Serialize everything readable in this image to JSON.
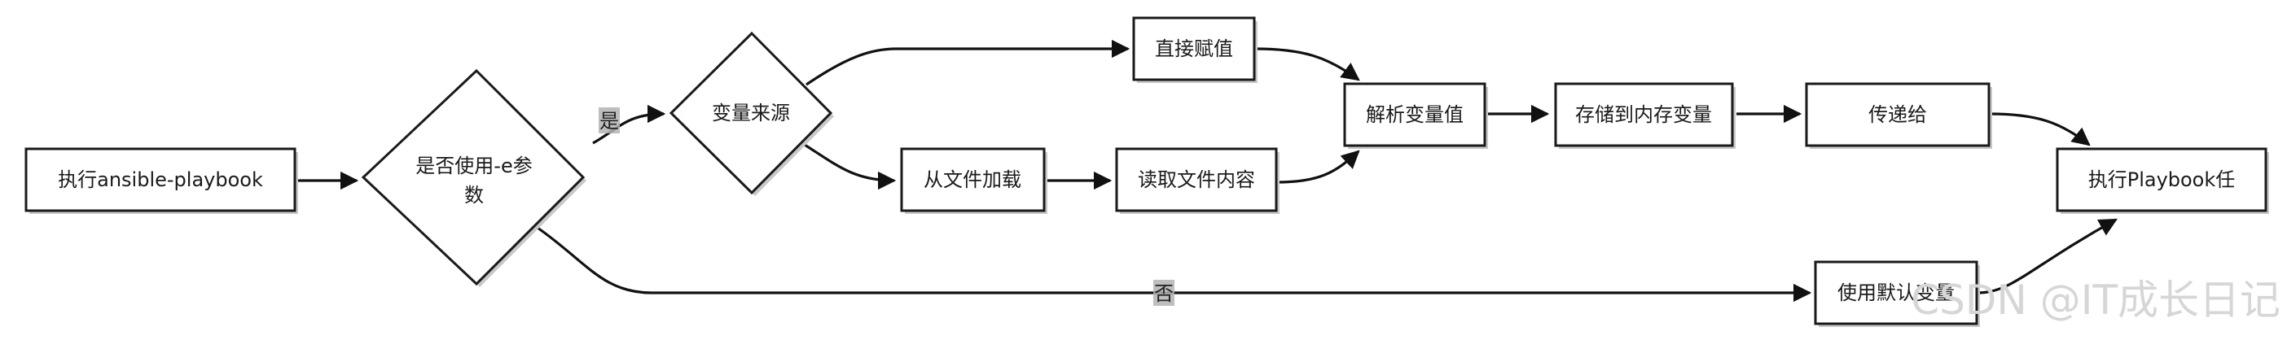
{
  "nodes": {
    "run_playbook": "执行ansible-playbook",
    "use_e_param_line1": "是否使用-e参",
    "use_e_param_line2": "数",
    "var_source": "变量来源",
    "direct_assign": "直接赋值",
    "load_from_file": "从文件加载",
    "read_file_content": "读取文件内容",
    "parse_var_value": "解析变量值",
    "store_in_memory": "存储到内存变量",
    "pass_to": "传递给",
    "run_playbook_task": "执行Playbook任",
    "use_default_var": "使用默认变量"
  },
  "edge_labels": {
    "yes": "是",
    "no": "否"
  },
  "watermark": "CSDN @IT成长日记",
  "colors": {
    "stroke": "#1a1a1a",
    "fill": "#ffffff",
    "label_bg": "#b3b3b3",
    "watermark": "#d6d6d6"
  }
}
